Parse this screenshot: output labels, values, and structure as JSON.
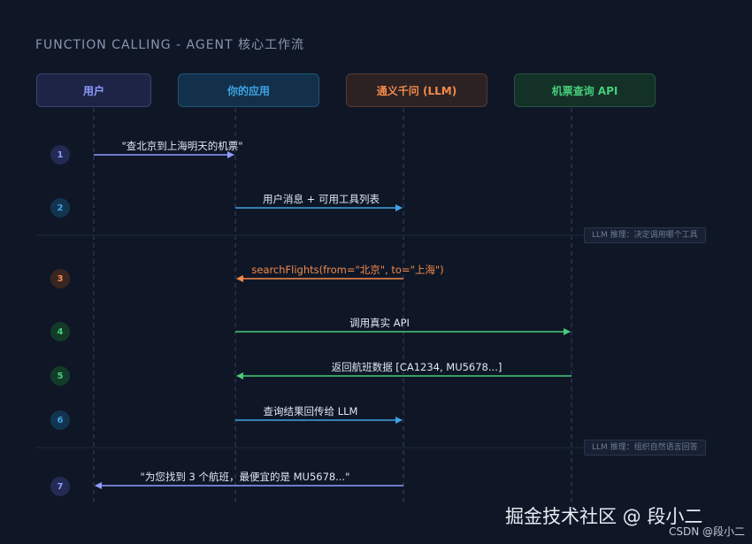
{
  "title": "FUNCTION CALLING - AGENT 核心工作流",
  "actors": {
    "user": "用户",
    "app": "你的应用",
    "llm": "通义千问 (LLM)",
    "api": "机票查询 API"
  },
  "steps": [
    {
      "num": "1",
      "label": "\"查北京到上海明天的机票\""
    },
    {
      "num": "2",
      "label": "用户消息 + 可用工具列表"
    },
    {
      "num": "3",
      "label": "searchFlights(from=\"北京\", to=\"上海\")"
    },
    {
      "num": "4",
      "label": "调用真实 API"
    },
    {
      "num": "5",
      "label": "返回航班数据 [CA1234, MU5678...]"
    },
    {
      "num": "6",
      "label": "查询结果回传给 LLM"
    },
    {
      "num": "7",
      "label": "\"为您找到 3 个航班，最便宜的是 MU5678...\""
    }
  ],
  "notes": {
    "note1": "LLM 推理：决定调用哪个工具",
    "note2": "LLM 推理：组织自然语言回答"
  },
  "watermark": "掘金技术社区 @ 段小二",
  "csdn": "CSDN @段小二",
  "colors": {
    "purple": "#8f9cff",
    "blue": "#3ea4e4",
    "orange": "#f38a4a",
    "green": "#46cc7a"
  }
}
